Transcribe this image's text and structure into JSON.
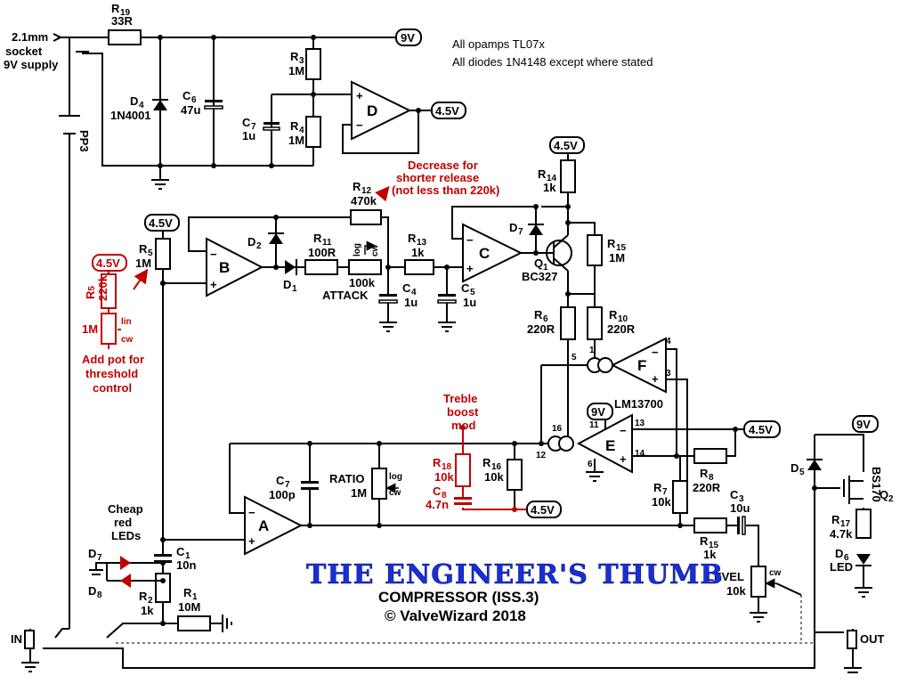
{
  "title": "THE ENGINEER'S THUMB",
  "subtitle": "COMPRESSOR (ISS.3)",
  "copyright": "© ValveWizard 2018",
  "notes": {
    "opamps": "All opamps TL07x",
    "diodes": "All diodes 1N4148 except where stated"
  },
  "supply": {
    "line1": "2.1mm",
    "line2": "socket",
    "line3": "9V supply",
    "battery": "PP3"
  },
  "rails": {
    "v9": "9V",
    "v45": "4.5V"
  },
  "components": {
    "r19": {
      "ref": "R",
      "sub": "19",
      "val": "33R"
    },
    "d4": {
      "ref": "D",
      "sub": "4",
      "val": "1N4001"
    },
    "c6": {
      "ref": "C",
      "sub": "6",
      "val": "47u"
    },
    "r3": {
      "ref": "R",
      "sub": "3",
      "val": "1M"
    },
    "r4": {
      "ref": "R",
      "sub": "4",
      "val": "1M"
    },
    "c7a": {
      "ref": "C",
      "sub": "7",
      "val": "1u"
    },
    "d": {
      "ref": "D"
    },
    "r12": {
      "ref": "R",
      "sub": "12",
      "val": "470k"
    },
    "r5": {
      "ref": "R",
      "sub": "5",
      "val": "1M"
    },
    "b": {
      "ref": "B"
    },
    "d2": {
      "ref": "D",
      "sub": "2"
    },
    "d1": {
      "ref": "D",
      "sub": "1"
    },
    "r11": {
      "ref": "R",
      "sub": "11",
      "val": "100R"
    },
    "attack": {
      "val": "100k",
      "name": "ATTACK",
      "log": "log",
      "cw": "cw"
    },
    "c4": {
      "ref": "C",
      "sub": "4",
      "val": "1u"
    },
    "r13": {
      "ref": "R",
      "sub": "13",
      "val": "1k"
    },
    "c5": {
      "ref": "C",
      "sub": "5",
      "val": "1u"
    },
    "c": {
      "ref": "C"
    },
    "d7a": {
      "ref": "D",
      "sub": "7"
    },
    "q1": {
      "ref": "Q",
      "sub": "1",
      "val": "BC327"
    },
    "r14": {
      "ref": "R",
      "sub": "14",
      "val": "1k"
    },
    "r15a": {
      "ref": "R",
      "sub": "15",
      "val": "1M"
    },
    "r6": {
      "ref": "R",
      "sub": "6",
      "val": "220R"
    },
    "r10": {
      "ref": "R",
      "sub": "10",
      "val": "220R"
    },
    "f": {
      "ref": "F",
      "p1": "1",
      "p3": "3",
      "p4": "4",
      "p5": "5"
    },
    "e": {
      "ref": "E",
      "chip": "LM13700",
      "p6": "6",
      "p11": "11",
      "p12": "12",
      "p13": "13",
      "p14": "14",
      "p16": "16"
    },
    "r16": {
      "ref": "R",
      "sub": "16",
      "val": "10k"
    },
    "r18": {
      "ref": "R",
      "sub": "18",
      "val": "10k"
    },
    "c8": {
      "ref": "C",
      "sub": "8",
      "val": "4.7n"
    },
    "r8": {
      "ref": "R",
      "sub": "8",
      "val": "220R"
    },
    "r7": {
      "ref": "R",
      "sub": "7",
      "val": "10k"
    },
    "c7b": {
      "ref": "C",
      "sub": "7",
      "val": "100p"
    },
    "ratio": {
      "name": "RATIO",
      "val": "1M",
      "log": "log",
      "cw": "cw"
    },
    "a": {
      "ref": "A"
    },
    "c3": {
      "ref": "C",
      "sub": "3",
      "val": "10u"
    },
    "r15b": {
      "ref": "R",
      "sub": "15",
      "val": "1k"
    },
    "level": {
      "name": "LEVEL",
      "val": "10k",
      "cw": "cw"
    },
    "c1": {
      "ref": "C",
      "sub": "1",
      "val": "10n"
    },
    "r2": {
      "ref": "R",
      "sub": "2",
      "val": "1k"
    },
    "r1": {
      "ref": "R",
      "sub": "1",
      "val": "10M"
    },
    "d7b": {
      "ref": "D",
      "sub": "7"
    },
    "d8": {
      "ref": "D",
      "sub": "8"
    },
    "leds": {
      "line1": "Cheap",
      "line2": "red",
      "line3": "LEDs"
    },
    "d5": {
      "ref": "D",
      "sub": "5"
    },
    "q2": {
      "ref": "Q",
      "sub": "2",
      "val": "BS170"
    },
    "r17": {
      "ref": "R",
      "sub": "17",
      "val": "4.7k"
    },
    "d6": {
      "ref": "D",
      "sub": "6",
      "val": "LED"
    },
    "in": {
      "label": "IN"
    },
    "out": {
      "label": "OUT"
    }
  },
  "mods": {
    "release": {
      "line1": "Decrease for",
      "line2": "shorter release",
      "line3": "(not less than 220k)"
    },
    "threshold": {
      "rail": "4.5V",
      "rref": "R",
      "rsub": "5",
      "rval": "220k",
      "pot": "1M",
      "lin": "lin",
      "cw": "cw",
      "line1": "Add pot for",
      "line2": "threshold",
      "line3": "control"
    },
    "treble": {
      "line1": "Treble",
      "line2": "boost",
      "line3": "mod"
    }
  },
  "colors": {
    "ink": "#000000",
    "mod": "#c00000",
    "title": "#1a2fd0"
  }
}
